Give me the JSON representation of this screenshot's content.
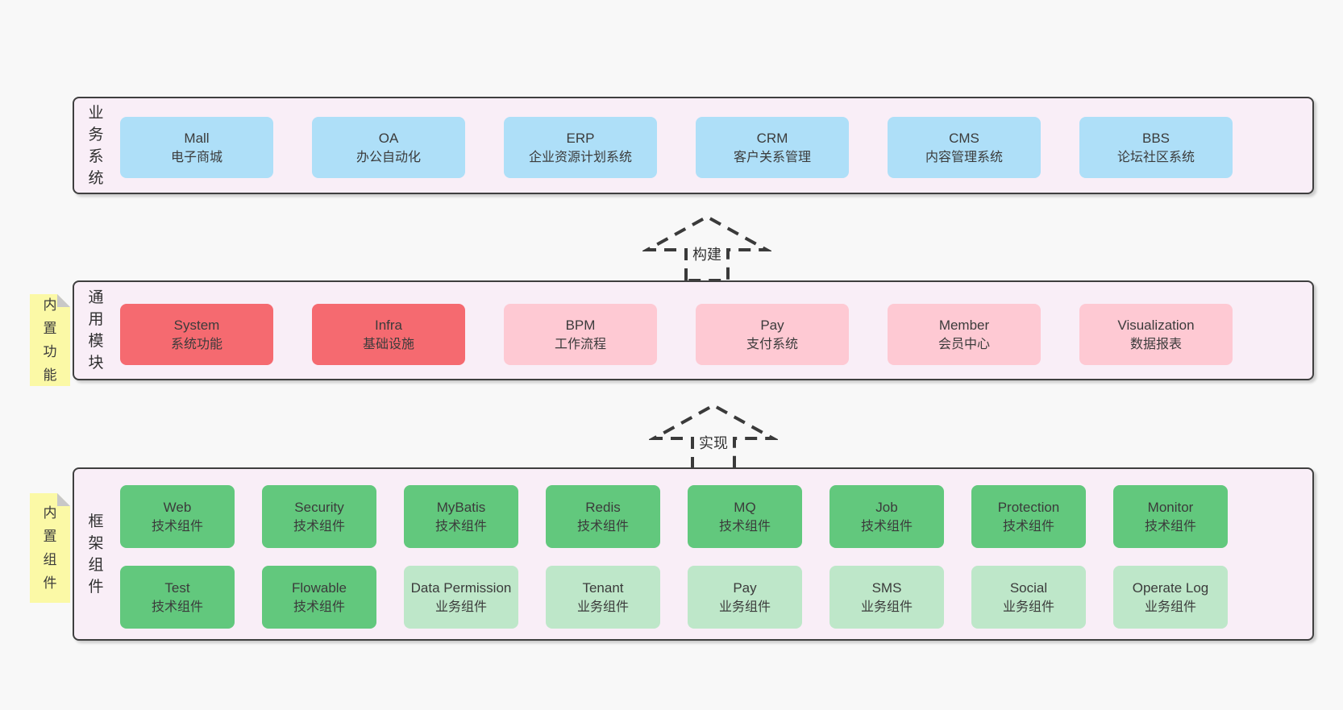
{
  "colors": {
    "page_bg": "#f8f8f8",
    "panel_bg": "#f9eef7",
    "panel_border": "#3f3f3f",
    "blue_box": "#aedff8",
    "red_box": "#f56a70",
    "pink_box": "#fec9d3",
    "green_box": "#62c87d",
    "green_light_box": "#bee7c9",
    "sticky_yellow": "#fbf9a6",
    "sticky_fold_gray": "#c8c8c8",
    "text": "#3b3b3b"
  },
  "arrows": [
    {
      "label": "构建"
    },
    {
      "label": "实现"
    }
  ],
  "sections": {
    "business": {
      "label": "业务系统",
      "boxes": [
        {
          "en": "Mall",
          "zh": "电子商城",
          "variant": "blue"
        },
        {
          "en": "OA",
          "zh": "办公自动化",
          "variant": "blue"
        },
        {
          "en": "ERP",
          "zh": "企业资源计划系统",
          "variant": "blue"
        },
        {
          "en": "CRM",
          "zh": "客户关系管理",
          "variant": "blue"
        },
        {
          "en": "CMS",
          "zh": "内容管理系统",
          "variant": "blue"
        },
        {
          "en": "BBS",
          "zh": "论坛社区系统",
          "variant": "blue"
        }
      ]
    },
    "modules": {
      "label": "通用模块",
      "sticky": "内置功能",
      "boxes": [
        {
          "en": "System",
          "zh": "系统功能",
          "variant": "red"
        },
        {
          "en": "Infra",
          "zh": "基础设施",
          "variant": "red"
        },
        {
          "en": "BPM",
          "zh": "工作流程",
          "variant": "pink"
        },
        {
          "en": "Pay",
          "zh": "支付系统",
          "variant": "pink"
        },
        {
          "en": "Member",
          "zh": "会员中心",
          "variant": "pink"
        },
        {
          "en": "Visualization",
          "zh": "数据报表",
          "variant": "pink"
        }
      ]
    },
    "components": {
      "label": "框架组件",
      "sticky": "内置组件",
      "row1": [
        {
          "en": "Web",
          "zh": "技术组件",
          "variant": "green"
        },
        {
          "en": "Security",
          "zh": "技术组件",
          "variant": "green"
        },
        {
          "en": "MyBatis",
          "zh": "技术组件",
          "variant": "green"
        },
        {
          "en": "Redis",
          "zh": "技术组件",
          "variant": "green"
        },
        {
          "en": "MQ",
          "zh": "技术组件",
          "variant": "green"
        },
        {
          "en": "Job",
          "zh": "技术组件",
          "variant": "green"
        },
        {
          "en": "Protection",
          "zh": "技术组件",
          "variant": "green"
        },
        {
          "en": "Monitor",
          "zh": "技术组件",
          "variant": "green"
        }
      ],
      "row2": [
        {
          "en": "Test",
          "zh": "技术组件",
          "variant": "green"
        },
        {
          "en": "Flowable",
          "zh": "技术组件",
          "variant": "green"
        },
        {
          "en": "Data Permission",
          "zh": "业务组件",
          "variant": "green-light"
        },
        {
          "en": "Tenant",
          "zh": "业务组件",
          "variant": "green-light"
        },
        {
          "en": "Pay",
          "zh": "业务组件",
          "variant": "green-light"
        },
        {
          "en": "SMS",
          "zh": "业务组件",
          "variant": "green-light"
        },
        {
          "en": "Social",
          "zh": "业务组件",
          "variant": "green-light"
        },
        {
          "en": "Operate Log",
          "zh": "业务组件",
          "variant": "green-light"
        }
      ]
    }
  }
}
